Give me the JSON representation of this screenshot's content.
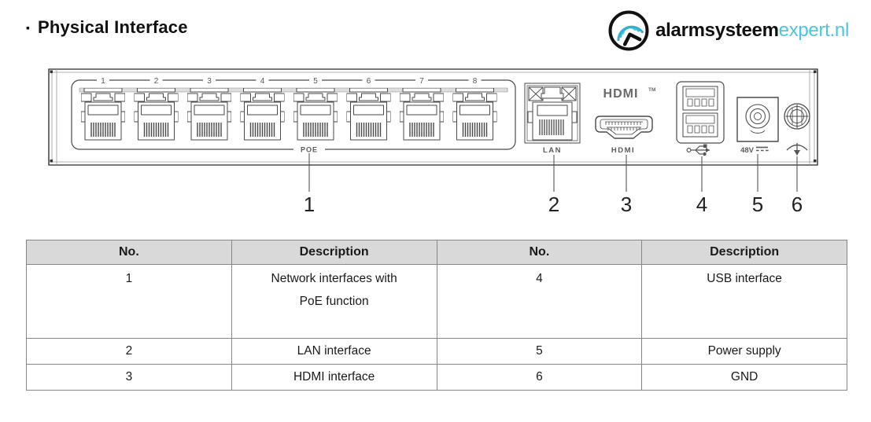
{
  "page": {
    "bullet": "▪",
    "title": "Physical Interface"
  },
  "logo": {
    "brand": "alarmsysteem",
    "suffix": "expert.nl",
    "accent_color": "#4cc5dd"
  },
  "device": {
    "port_numbers": [
      "1",
      "2",
      "3",
      "4",
      "5",
      "6",
      "7",
      "8"
    ],
    "poe_label": "POE",
    "lan_label": "LAN",
    "hdmi_logo": "HDMI",
    "hdmi_trademark": "TM",
    "hdmi_port_label": "HDMI",
    "power_label": "48V",
    "callouts": [
      "1",
      "2",
      "3",
      "4",
      "5",
      "6"
    ]
  },
  "table": {
    "headers": [
      "No.",
      "Description",
      "No.",
      "Description"
    ],
    "rows": [
      {
        "no1": "1",
        "desc1": "Network interfaces with\nPoE function",
        "no2": "4",
        "desc2": "USB interface"
      },
      {
        "no1": "2",
        "desc1": "LAN interface",
        "no2": "5",
        "desc2": "Power supply"
      },
      {
        "no1": "3",
        "desc1": "HDMI interface",
        "no2": "6",
        "desc2": "GND"
      }
    ]
  },
  "colors": {
    "table_header_bg": "#d9d9d9",
    "table_border": "#868686",
    "line_art": "#4a4a4a"
  }
}
